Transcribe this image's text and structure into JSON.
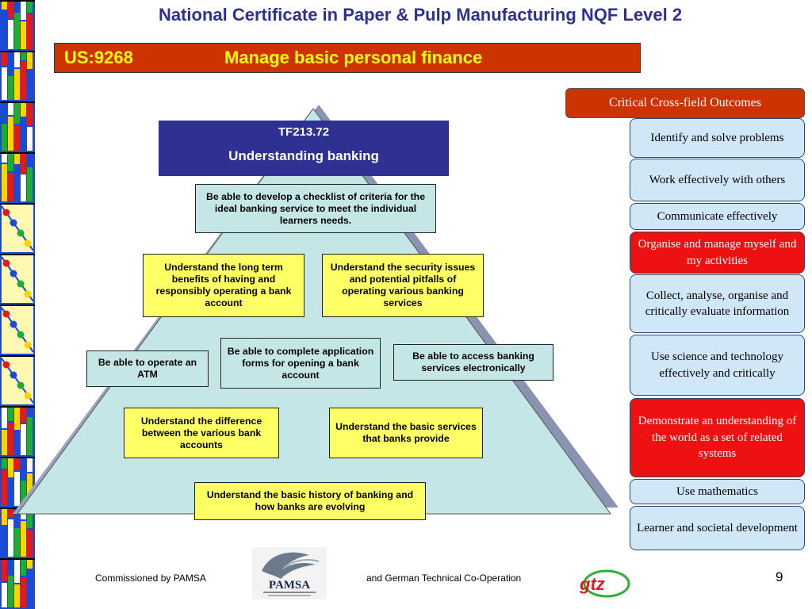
{
  "title": "National Certificate in Paper & Pulp Manufacturing NQF Level 2",
  "unit_standard": {
    "code": "US:9268",
    "name": "Manage basic personal finance"
  },
  "pyramid": {
    "header_line1": "TF213.72",
    "header_line2": "Understanding banking",
    "boxes": {
      "checklist": "Be able to develop a checklist of criteria for the ideal banking service to meet the individual learners needs.",
      "long_term": "Understand the long term benefits of having and responsibly operating a bank account",
      "security": "Understand the security issues and potential pitfalls of operating various banking services",
      "atm": "Be able to operate an ATM",
      "application": "Be able to complete application forms for opening a bank account",
      "electronic": "Be able to access banking services electronically",
      "accounts": "Understand the difference between the various bank accounts",
      "basic_services": "Understand the basic services that banks provide",
      "history": "Understand the basic history of banking and how banks are evolving"
    }
  },
  "critical_outcomes": {
    "header": "Critical Cross-field Outcomes",
    "items": [
      "Identify and solve problems",
      "Work effectively with others",
      "Communicate effectively",
      "Organise and manage myself and my activities",
      "Collect, analyse, organise and critically evaluate information",
      "Use science and technology effectively and critically",
      "Demonstrate an understanding of the world as a set of related systems",
      "Use mathematics",
      "Learner and societal development"
    ]
  },
  "colors": {
    "navy": "#2e3192",
    "unit_bg": "#cc3300",
    "unit_text": "#ffff00",
    "highlight": "#ee1111",
    "outcome_bg": "#cfe7f7",
    "pyramid": "#c5e6e6",
    "yellow_box": "#ffff66"
  },
  "footer": {
    "commissioned": "Commissioned by PAMSA",
    "partner": "and German Technical Co-Operation",
    "pamsa_logo_text": "PAMSA",
    "gtz_logo_text": "gtz",
    "page_number": "9"
  }
}
